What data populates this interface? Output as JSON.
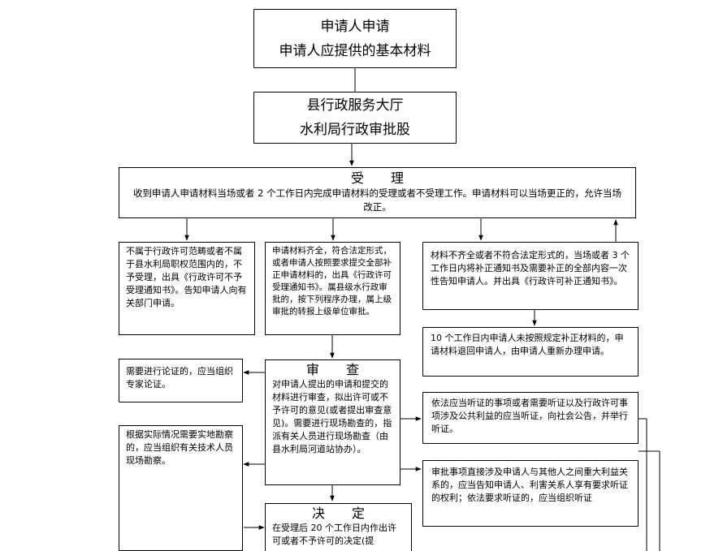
{
  "top_box": {
    "line1": "申请人申请",
    "line2": "申请人应提供的基本材料"
  },
  "hall_box": {
    "line1": "县行政服务大厅",
    "line2": "水利局行政审批股"
  },
  "accept_box": {
    "title": "受 理",
    "text": "收到申请人申请材料当场或者 2 个工作日内完成申请材料的受理或者不受理工作。申请材料可以当场更正的，允许当场改正。"
  },
  "reject_box": {
    "text": "不属于行政许可范畴或者不属于县水利局职权范围内的，不予受理，出具《行政许可不予受理通知书》。告知申请人向有关部门申请。"
  },
  "complete_box": {
    "text": "申请材料齐全，符合法定形式，或者申请人按照要求提交全部补正申请材料的，出具《行政许可受理通知书》。属县级水行政审批的，按下列程序办理，属上级审批的转报上级单位审批。"
  },
  "incomplete_box": {
    "text": "材料不齐全或者不符合法定形式的，当场或者 3 个工作日内将补正通知书及需要补正的全部内容一次性告知申请人。并出具《行政许可补正通知书》。"
  },
  "overdue_box": {
    "text": "10 个工作日内申请人未按照规定补正材料的，申请材料退回申请人，由申请人重新办理申请。"
  },
  "expert_box": {
    "text": "需要进行论证的，应当组织专家论证。"
  },
  "review_box": {
    "title": "审 查",
    "text": "对申请人提出的申请和提交的材料进行审查，拟出许可或不予许可的意见(或者提出审查意见)。需要进行现场勘查的，指派有关人员进行现场勘查（由县水利局河道站协办）。"
  },
  "survey_box": {
    "text": "根据实际情况需要实地勘察的，应当组织有关技术人员现场勘察。"
  },
  "hearing_box": {
    "text": "依法应当听证的事项或者需要听证以及行政许可事项涉及公共利益的应当听证，向社会公告，并举行听证。"
  },
  "interest_box": {
    "text": "审批事项直接涉及申请人与其他人之间重大利益关系的，应当告知申请人、利害关系人享有要求听证的权利；依法要求听证的，应当组织听证"
  },
  "decision_box": {
    "title": "决 定",
    "text": "在受理后 20 个工作日内作出许可或者不予许可的决定(提"
  }
}
